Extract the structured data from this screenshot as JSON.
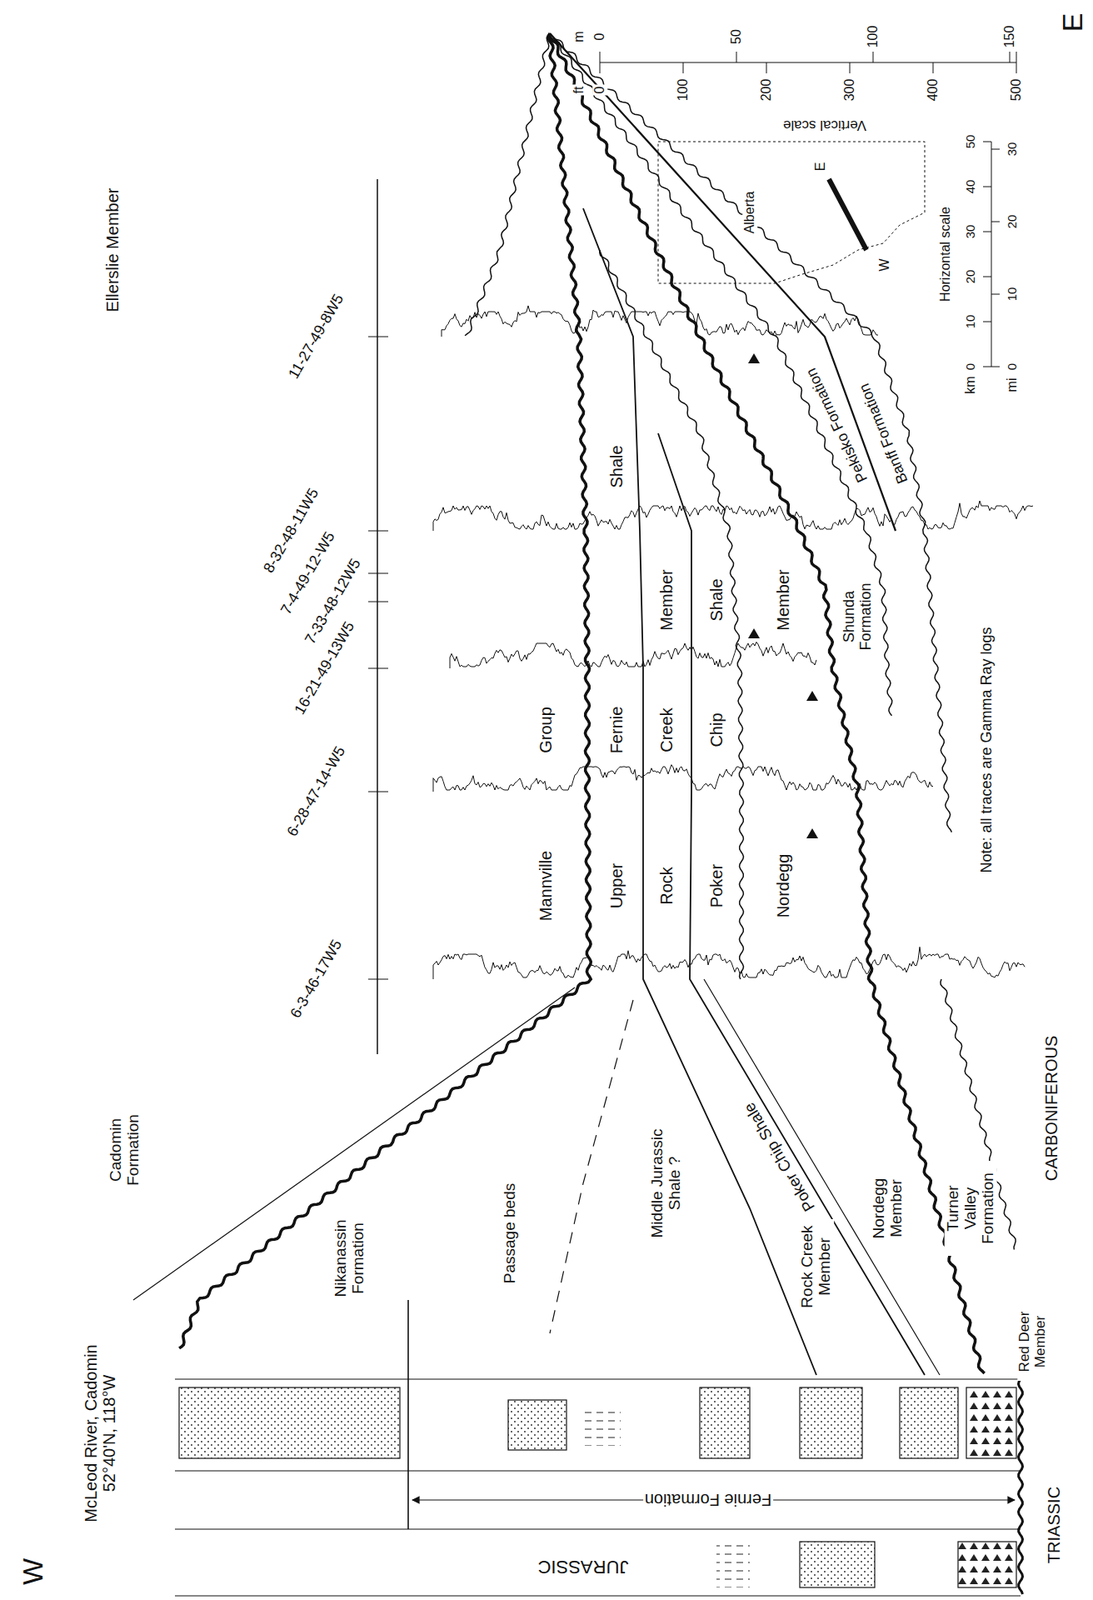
{
  "diagram": {
    "labels": [
      "W",
      "E",
      "McLeod River, Cadomin 52°40'N, 118°W",
      "JURASSIC",
      "Fernie Formation",
      "TRIASSIC",
      "CARBONIFEROUS",
      "Cadomin Formation",
      "Nikanassin Formation",
      "Passage beds",
      "Middle Jurassic Shale ?",
      "Rock Creek Member",
      "Poker Chip Shale",
      "Nordegg Member",
      "Turner Valley Formation",
      "Red Deer Member",
      "Mannville",
      "Group",
      "Upper",
      "Fernie",
      "Shale",
      "Rock",
      "Creek",
      "Member",
      "Poker",
      "Chip",
      "Shale",
      "Nordegg",
      "Member",
      "Shunda Formation",
      "Pekisko Formation",
      "Banff Formation",
      "Ellerslie Member",
      "Note: all traces are Gamma Ray logs",
      "6-3-46-17W5",
      "6-28-47-14-W5",
      "16-21-49-13W5",
      "7-33-48-12W5",
      "7-4-49-12-W5",
      "8-32-48-11W5",
      "11-27-49-8W5",
      "Alberta",
      "W",
      "E",
      "Vertical scale",
      "ft",
      "m",
      "0",
      "100",
      "200",
      "300",
      "400",
      "500",
      "0",
      "50",
      "100",
      "150",
      "Horizontal scale",
      "km",
      "0",
      "10",
      "20",
      "30",
      "40",
      "50",
      "mi",
      "0",
      "10",
      "20",
      "30"
    ]
  }
}
